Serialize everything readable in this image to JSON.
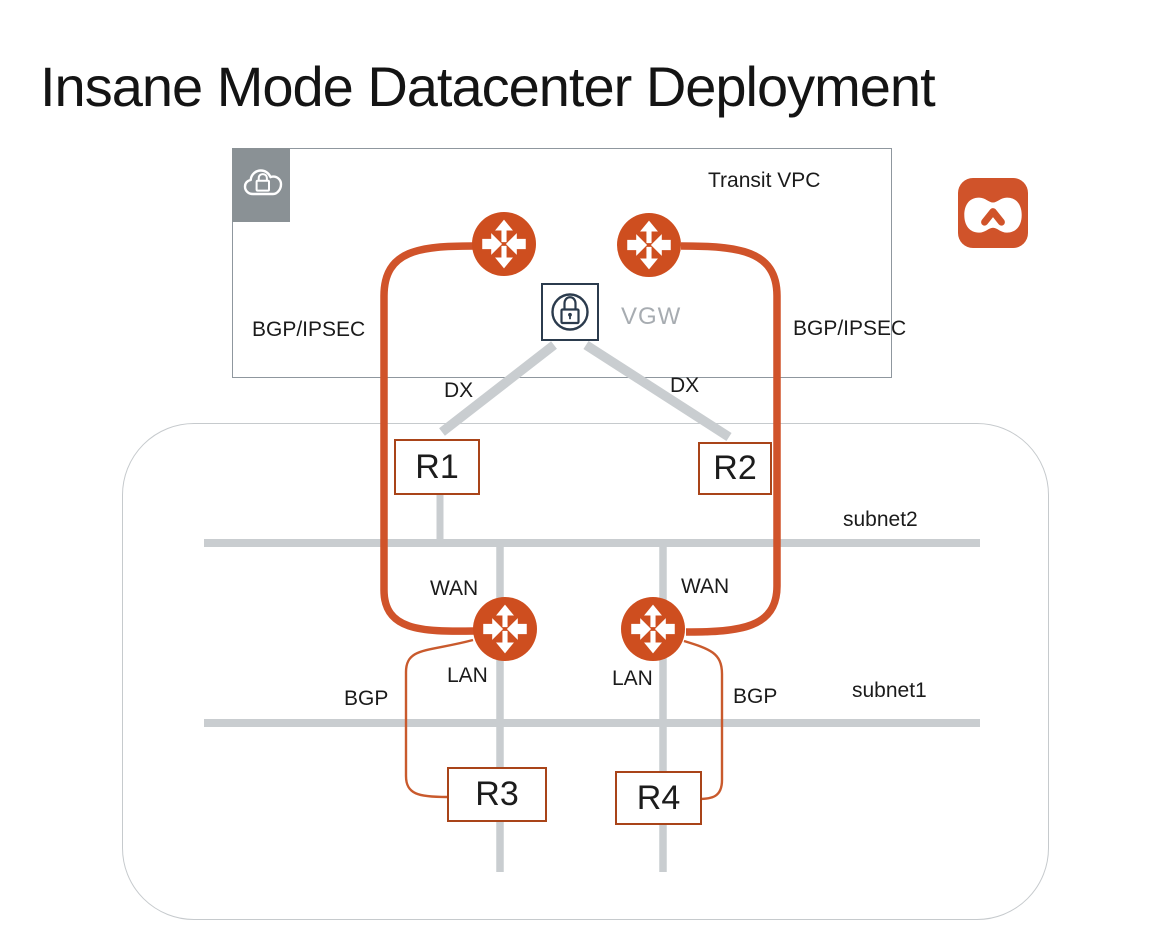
{
  "title": "Insane Mode Datacenter Deployment",
  "labels": {
    "transit_vpc": "Transit VPC",
    "vgw": "VGW",
    "bgp_ipsec": "BGP/IPSEC",
    "dx": "DX",
    "wan": "WAN",
    "lan": "LAN",
    "bgp": "BGP",
    "subnet1": "subnet1",
    "subnet2": "subnet2"
  },
  "nodes": {
    "r1": "R1",
    "r2": "R2",
    "r3": "R3",
    "r4": "R4"
  },
  "icons": {
    "badge": "secure-cloud-lock-icon",
    "gateways": "router-icon",
    "vgw": "vgw-lock-icon",
    "logo": "aviatrix-logo"
  },
  "colors": {
    "orange_line": "#d0532a",
    "thin_orange": "#c95a2d",
    "router_orange": "#ce4e1f",
    "box_border": "#a94419",
    "gray_line": "#c9cdd0",
    "badge_gray": "#8a9195",
    "navy": "#2b3b4d",
    "border_gray": "#8f979e",
    "dc_border": "#c6cacd"
  }
}
